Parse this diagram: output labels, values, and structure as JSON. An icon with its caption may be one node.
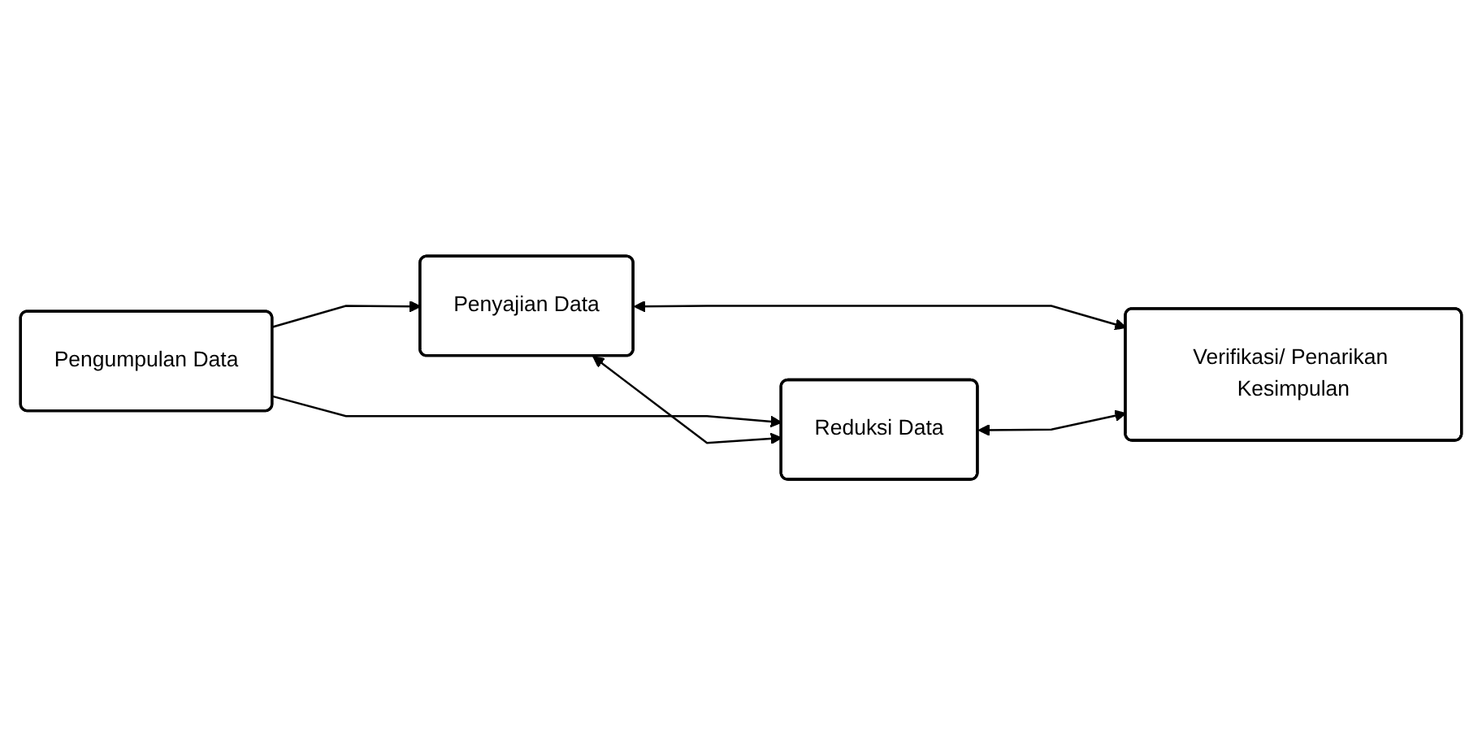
{
  "diagram": {
    "nodes": [
      {
        "text": [
          "Pengumpulan Data"
        ]
      },
      {
        "text": [
          "Penyajian Data"
        ]
      },
      {
        "text": [
          "Reduksi Data"
        ]
      },
      {
        "text": [
          "Verifikasi/ Penarikan Kesimpulan"
        ]
      }
    ],
    "edges": [
      {
        "from": 0,
        "to": 1,
        "arrow": "to"
      },
      {
        "from": 0,
        "to": 2,
        "arrow": "to"
      },
      {
        "from": 1,
        "to": 2,
        "arrow": "both"
      },
      {
        "from": 1,
        "to": 3,
        "arrow": "both"
      },
      {
        "from": 2,
        "to": 3,
        "arrow": "both"
      }
    ]
  }
}
